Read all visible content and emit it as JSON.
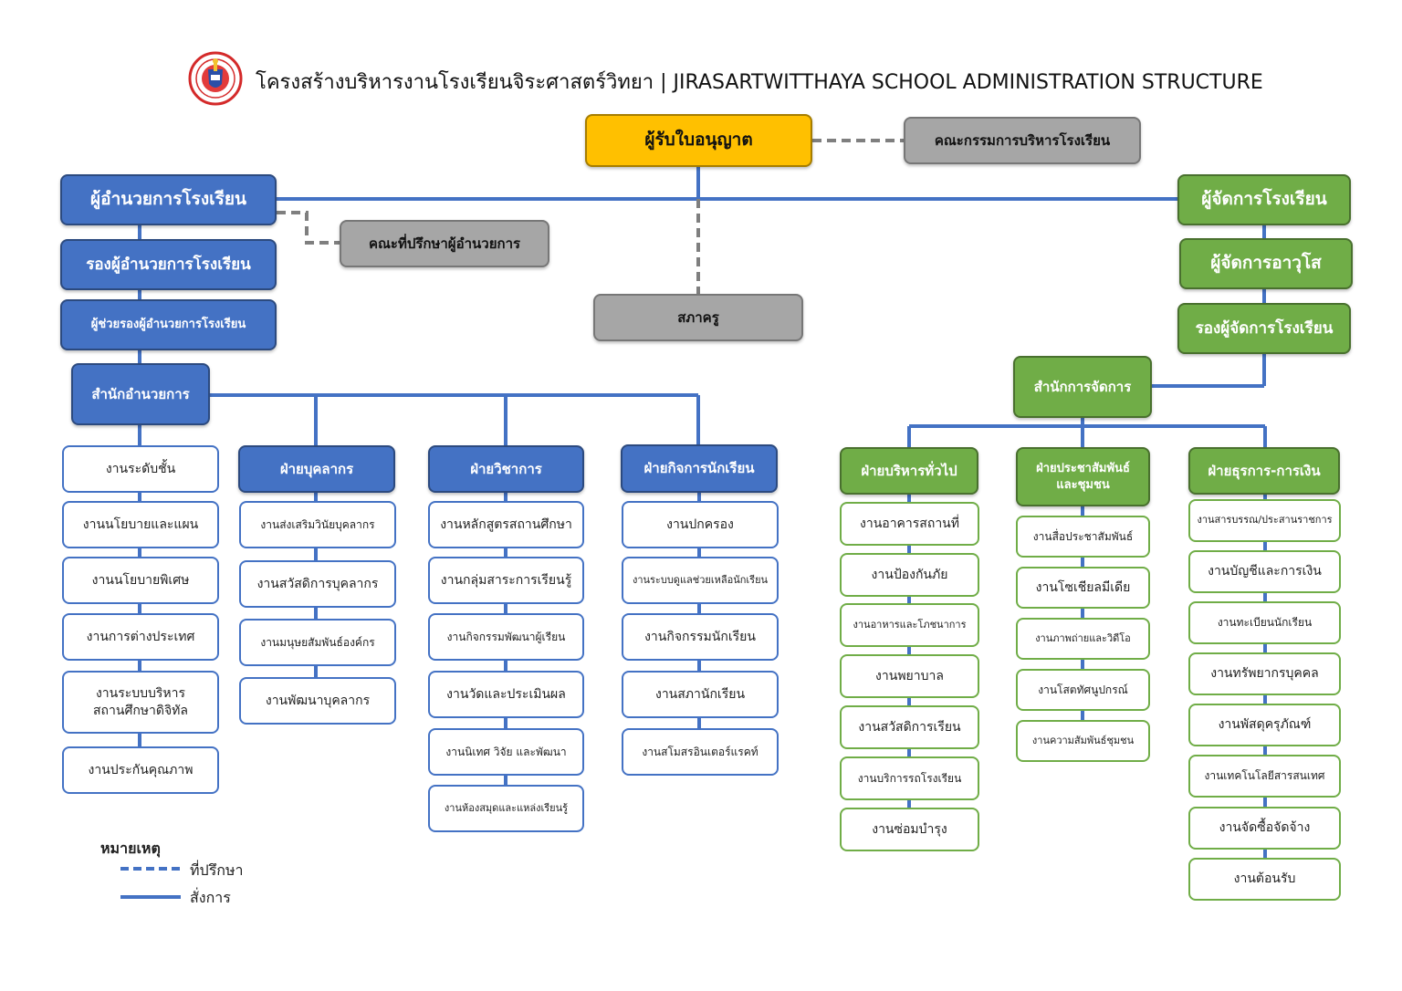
{
  "title": "โครงสร้างบริหารงานโรงเรียนจิระศาสตร์วิทยา | JIRASARTWITTHAYA SCHOOL ADMINISTRATION STRUCTURE",
  "colors": {
    "blue": "#4472c4",
    "green": "#70ad47",
    "yellow": "#ffc000",
    "gray": "#a6a6a6",
    "dashed": "#7f7f7f"
  },
  "top": {
    "licensee": "ผู้รับใบอนุญาต",
    "board": "คณะกรรมการบริหารโรงเรียน",
    "teacher_council": "สภาครู"
  },
  "left": {
    "director": "ผู้อำนวยการโรงเรียน",
    "advisors": "คณะที่ปรึกษาผู้อำนวยการ",
    "deputy": "รองผู้อำนวยการโรงเรียน",
    "assistant": "ผู้ช่วยรองผู้อำนวยการโรงเรียน",
    "office": "สำนักอำนวยการ",
    "office_tasks": [
      "งานระดับชั้น",
      "งานนโยบายและแผน",
      "งานนโยบายพิเศษ",
      "งานการต่างประเทศ",
      "งานระบบบริหาร\nสถานศึกษาดิจิทัล",
      "งานประกันคุณภาพ"
    ],
    "hr": {
      "title": "ฝ่ายบุคลากร",
      "tasks": [
        "งานส่งเสริมวินัยบุคลากร",
        "งานสวัสดิการบุคลากร",
        "งานมนุษยสัมพันธ์องค์กร",
        "งานพัฒนาบุคลากร"
      ]
    },
    "academic": {
      "title": "ฝ่ายวิชาการ",
      "tasks": [
        "งานหลักสูตรสถานศึกษา",
        "งานกลุ่มสาระการเรียนรู้",
        "งานกิจกรรมพัฒนาผู้เรียน",
        "งานวัดและประเมินผล",
        "งานนิเทศ วิจัย และพัฒนา",
        "งานห้องสมุดและแหล่งเรียนรู้"
      ]
    },
    "student": {
      "title": "ฝ่ายกิจการนักเรียน",
      "tasks": [
        "งานปกครอง",
        "งานระบบดูแลช่วยเหลือนักเรียน",
        "งานกิจกรรมนักเรียน",
        "งานสภานักเรียน",
        "งานสโมสรอินเตอร์แรคท์"
      ]
    }
  },
  "right": {
    "manager": "ผู้จัดการโรงเรียน",
    "senior_manager": "ผู้จัดการอาวุโส",
    "deputy_manager": "รองผู้จัดการโรงเรียน",
    "office": "สำนักการจัดการ",
    "general": {
      "title": "ฝ่ายบริหารทั่วไป",
      "tasks": [
        "งานอาคารสถานที่",
        "งานป้องกันภัย",
        "งานอาหารและโภชนาการ",
        "งานพยาบาล",
        "งานสวัสดิการเรียน",
        "งานบริการรถโรงเรียน",
        "งานซ่อมบำรุง"
      ]
    },
    "pr": {
      "title": "ฝ่ายประชาสัมพันธ์\nและชุมชน",
      "tasks": [
        "งานสื่อประชาสัมพันธ์",
        "งานโซเชียลมีเดีย",
        "งานภาพถ่ายและวิดีโอ",
        "งานโสตทัศนูปกรณ์",
        "งานความสัมพันธ์ชุมชน"
      ]
    },
    "finance": {
      "title": "ฝ่ายธุรการ-การเงิน",
      "tasks": [
        "งานสารบรรณ/ประสานราชการ",
        "งานบัญชีและการเงิน",
        "งานทะเบียนนักเรียน",
        "งานทรัพยากรบุคคล",
        "งานพัสดุครุภัณฑ์",
        "งานเทคโนโลยีสารสนเทศ",
        "งานจัดซื้อจัดจ้าง",
        "งานต้อนรับ"
      ]
    }
  },
  "legend": {
    "title": "หมายเหตุ",
    "advisory": "ที่ปรึกษา",
    "command": "สั่งการ"
  }
}
